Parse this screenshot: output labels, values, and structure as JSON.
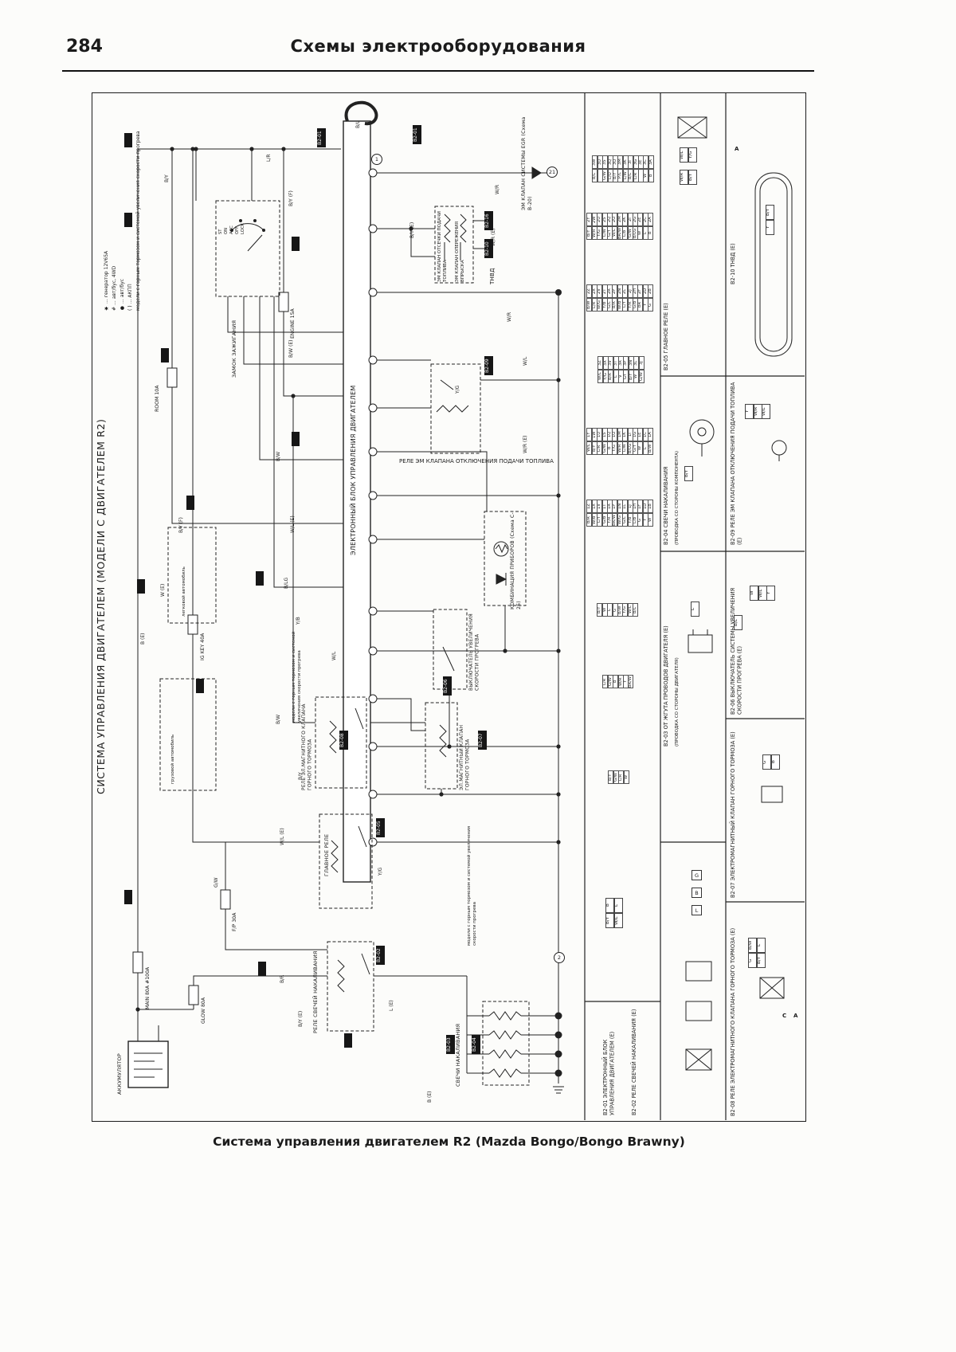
{
  "page": {
    "number": "284",
    "header": "Схемы электрооборудования",
    "caption": "Система управления двигателем R2 (Mazda Bongo/Bongo Brawny)"
  },
  "diagram": {
    "side_title": "СИСТЕМА УПРАВЛЕНИЯ ДВИГАТЕЛЕМ (МОДЕЛИ С ДВИГАТЕЛЕМ R2)",
    "legend": [
      "✱ … генератор 12V65A",
      "# … авт/бус, 4WD",
      "● … авт/бус",
      "( ) … АКПП",
      "модели с горным тормозом и системой увеличения скорости прогрева"
    ],
    "labels": {
      "battery": "АККУМУЛЯТОР",
      "ignition": "ЗАМОК ЗАЖИГАНИЯ",
      "ecu": "ЭЛЕКТРОННЫЙ БЛОК УПРАВЛЕНИЯ ДВИГАТЕЛЕМ",
      "glow_relay": "РЕЛЕ СВЕЧЕЙ НАКАЛИВАНИЯ",
      "glow_plugs": "СВЕЧИ НАКАЛИВАНИЯ",
      "main_relay": "ГЛАВНОЕ РЕЛЕ",
      "fuel_cut_relay": "РЕЛЕ ЭМ КЛАПАНА ОТКЛЮЧЕНИЯ ПОДАЧИ ТОПЛИВА",
      "fuel_cut_valve": "ЭМ КЛАПАН ОТСЕЧКИ ПОДАЧИ ТОПЛИВА",
      "advance_valve": "ЭМ КЛАПАН ОПЕРЕЖЕНИЯ ВПРЫСКА",
      "pump": "ТНВД",
      "egr_valve": "ЭМ КЛАПАН СИСТЕМЫ EGR (Схема B-20)",
      "cluster": "КОМБИНАЦИЯ ПРИБОРОВ (Схема C-25)",
      "warmup_switch": "ВЫКЛЮЧАТЕЛЬ УВЕЛИЧЕНИЯ СКОРОСТИ ПРОГРЕВА",
      "brake_relay": "РЕЛЕ ЭЛ.МАГНИТНОГО КЛАПАНА ГОРНОГО ТОРМОЗА",
      "brake_valve": "ЭЛ.МАГНИТНЫЙ КЛАПАН ГОРНОГО ТОРМОЗА",
      "mountain_note": "модели с горным тормозом и системой увеличения скорости прогрева",
      "note_car": "легковой автомобиль",
      "note_truck": "грузовой автомобиль"
    },
    "fuses": {
      "main": "MAIN 80A #100A",
      "glow": "GLOW 80A",
      "fp": "F/P 30A",
      "igkey": "IG KEY 40A",
      "engine": "ENGINE 15A",
      "room": "ROOM 10A"
    },
    "ignition_positions": [
      "ST",
      "ON",
      "ACC",
      "OFF",
      "LOCK"
    ],
    "tags": {
      "b201": "B2-01",
      "b201b": "B2-01",
      "b216": "B2-16",
      "b210": "B2-10",
      "b209": "B2-09",
      "b205": "B2-05",
      "b202": "B2-02",
      "b203": "B2-03",
      "b204": "B2-04",
      "b206": "B2-06",
      "b207": "B2-07",
      "b208": "B2-08"
    },
    "markers": {
      "c1": "1",
      "c2": "2",
      "c21": "21",
      "a1": "A",
      "c_arrow": "C",
      "a3": "A"
    },
    "wire_labels": [
      "B/Y",
      "L/R",
      "B/Y (F)",
      "B/W (E)",
      "W/R (E)",
      "B/Y (E)",
      "W/R",
      "W/L",
      "Y/G",
      "W/R (E)",
      "B/W",
      "W/L (E)",
      "B/LG",
      "Y/B",
      "B/Y (F)",
      "W (E)",
      "B (E)",
      "B/W",
      "B/Y",
      "W/L (E)",
      "Y/G",
      "W/R",
      "G/W",
      "B/R",
      "B/Y (E)",
      "L (E)",
      "B (E)",
      "W/L",
      "B/L",
      "W/R"
    ]
  },
  "pins": {
    "s1n": [
      "3W",
      "3U",
      "3S",
      "3Q",
      "3O",
      "3M",
      "3K",
      "3I",
      "3G",
      "3E",
      "3C",
      "3A"
    ],
    "s1c": [
      "B/L",
      "",
      "G/W",
      "L/O",
      "B/Y",
      "P/L",
      "L/W",
      "B/L",
      "L/R",
      "",
      "W",
      "B"
    ],
    "s2n": [
      "2Y",
      "2W",
      "2U",
      "2S",
      "2Q",
      "2O",
      "2M",
      "2K",
      "2I",
      "2G",
      "2E",
      "2C",
      "2A"
    ],
    "s2c": [
      "B/Y",
      "W/R",
      "Y/G",
      "L/W",
      "G/Y",
      "W/L",
      "BR/W",
      "L/B",
      "G/W",
      "B/LG",
      "W",
      "L",
      "B"
    ],
    "s3n": [
      "2Z",
      "2X",
      "2V",
      "2T",
      "2R",
      "2P",
      "2N",
      "2L",
      "2J",
      "2H",
      "2F",
      "2D",
      "2B"
    ],
    "s3c": [
      "B/W",
      "L/R",
      "W/G",
      "Y/B",
      "G/L",
      "B/R",
      "W/B",
      "L/Y",
      "Y/R",
      "G/B",
      "BR",
      "Y",
      "G"
    ],
    "s4n": [
      "3Z",
      "3X",
      "3V",
      "3T",
      "3R",
      "3P",
      "3N",
      "3L",
      "3J"
    ],
    "s4c": [
      "W/L",
      "Y/G",
      "B/R",
      "L",
      "V",
      "GY",
      "B/Y",
      "W",
      "G/W"
    ],
    "s5n": [
      "1Y",
      "1W",
      "1U",
      "1S",
      "1Q",
      "1O",
      "1M",
      "1K",
      "1I",
      "1G",
      "1E",
      "1C",
      "1A"
    ],
    "s5c": [
      "W/L",
      "B/Y",
      "L/R",
      "G/W",
      "B",
      "Y/G",
      "W/R",
      "L/W",
      "B/LG",
      "G/Y",
      "W",
      "L",
      "B/W"
    ],
    "s6n": [
      "1Z",
      "1X",
      "1V",
      "1T",
      "1R",
      "1P",
      "1N",
      "1L",
      "1J",
      "1H",
      "1F",
      "1D",
      "1B"
    ],
    "s6c": [
      "B/R",
      "W/B",
      "L/Y",
      "G/B",
      "Y/R",
      "BR/W",
      "W/G",
      "G/L",
      "Y/B",
      "L/B",
      "G",
      "Y",
      "W"
    ],
    "s7c": [
      "B/Y",
      "W",
      "L",
      "G",
      "B/W",
      "Y/G",
      "W/L",
      "B/L"
    ],
    "s8c": [
      "L/R",
      "G/W",
      "B",
      "W/R",
      "Y",
      "BR/W"
    ],
    "s9c": [
      "B/Y",
      "G/W",
      "L/R",
      "W"
    ],
    "relay_grid": [
      "B",
      "L",
      "B/Y",
      "W/L"
    ]
  },
  "panels": {
    "b201": "B2-01 ЭЛЕКТРОННЫЙ БЛОК УПРАВЛЕНИЯ ДВИГАТЕЛЕМ (E)",
    "b202": "B2-02 РЕЛЕ СВЕЧЕЙ НАКАЛИВАНИЯ (E)",
    "b203": "B2-03 ОТ ЖГУТА ПРОВОДОВ ДВИГАТЕЛЯ (E)",
    "b203note": "(ПРОВОДКА СО СТОРОНЫ ДВИГАТЕЛЯ)",
    "b204": "B2-04 СВЕЧИ НАКАЛИВАНИЯ",
    "b204note": "(ПРОВОДКА СО СТОРОНЫ КОМПОНЕНТА)",
    "b205": "B2-05 ГЛАВНОЕ РЕЛЕ (E)",
    "b206": "B2-06 ВЫКЛЮЧАТЕЛЬ СИСТЕМЫ УВЕЛИЧЕНИЯ СКОРОСТИ ПРОГРЕВА (E)",
    "b207": "B2-07 ЭЛЕКТРОМАГНИТНЫЙ КЛАПАН ГОРНОГО ТОРМОЗА (E)",
    "b208": "B2-08 РЕЛЕ ЭЛЕКТРОМАГНИТНОГО КЛАПАНА ГОРНОГО ТОРМОЗА (E)",
    "b209": "B2-09 РЕЛЕ ЭМ КЛАПАНА ОТКЛЮЧЕНИЯ ПОДАЧИ ТОПЛИВА (E)",
    "b210": "B2-10 ТНВД (E)",
    "cells": {
      "b205a": [
        "W/L",
        "Y/G"
      ],
      "b205b": [
        "W/R",
        "B/Y"
      ],
      "b204cell": [
        "B/Y"
      ],
      "b203cell": [
        "L"
      ],
      "b210cells": [
        "B/Y",
        "Y"
      ],
      "b209cells": [
        "Y",
        "W/R",
        "W/L"
      ],
      "b206cells": [
        "W",
        "W/L",
        "Y"
      ],
      "b206cell2": [
        "B/L"
      ],
      "b207cells": [
        "G",
        "B"
      ],
      "b208cells": [
        "B/W",
        "L",
        "G",
        "B/Y"
      ],
      "misc_gb": [
        "G",
        "B",
        "L"
      ]
    }
  }
}
